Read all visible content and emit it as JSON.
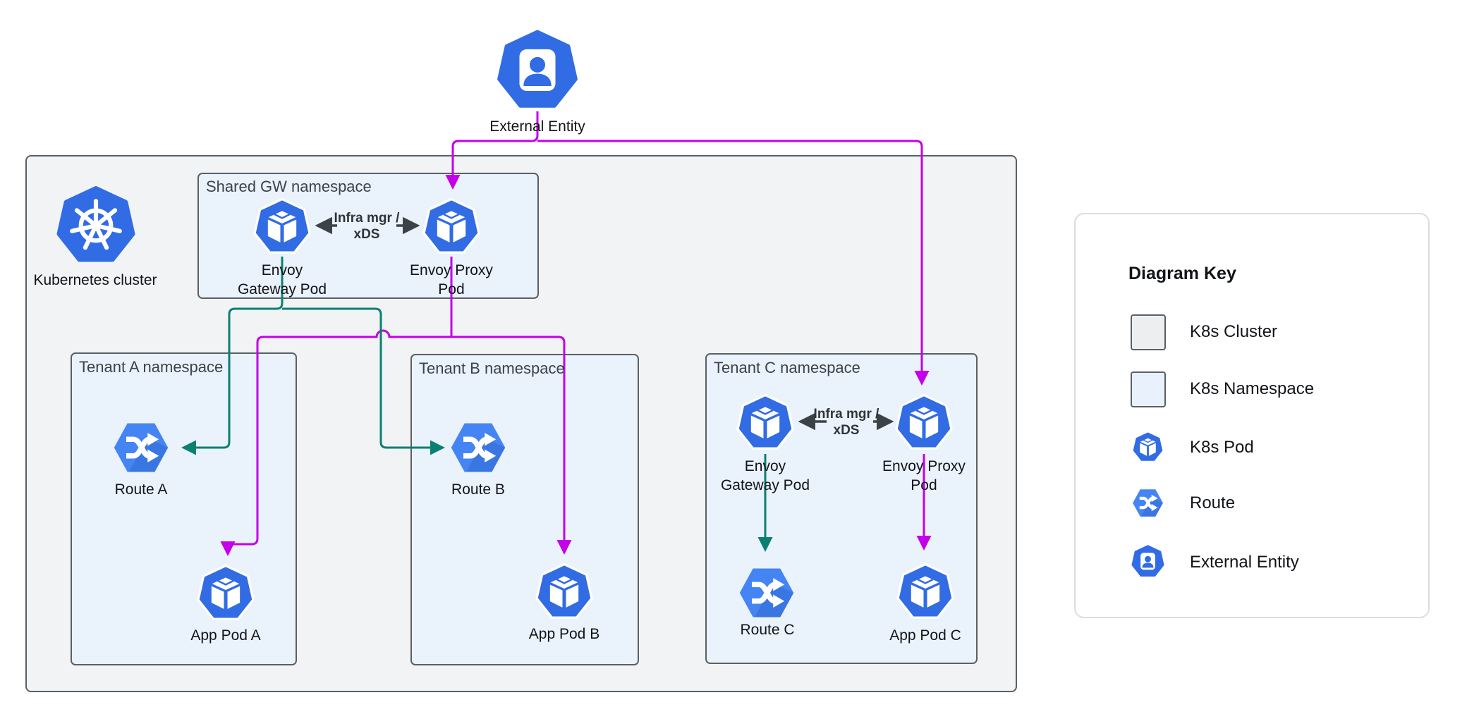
{
  "diagram": {
    "external_entity_label": "External Entity",
    "cluster_label": "Kubernetes cluster",
    "shared_namespace": {
      "title": "Shared GW namespace",
      "gateway_pod_line1": "Envoy",
      "gateway_pod_line2": "Gateway Pod",
      "proxy_pod_line1": "Envoy Proxy",
      "proxy_pod_line2": "Pod",
      "control_link_line1": "Infra mgr /",
      "control_link_line2": "xDS"
    },
    "tenant_a": {
      "title": "Tenant A namespace",
      "route_label": "Route A",
      "app_pod_label": "App Pod A"
    },
    "tenant_b": {
      "title": "Tenant B namespace",
      "route_label": "Route B",
      "app_pod_label": "App Pod B"
    },
    "tenant_c": {
      "title": "Tenant C namespace",
      "gateway_pod_line1": "Envoy",
      "gateway_pod_line2": "Gateway Pod",
      "proxy_pod_line1": "Envoy Proxy",
      "proxy_pod_line2": "Pod",
      "control_link_line1": "Infra mgr /",
      "control_link_line2": "xDS",
      "route_label": "Route C",
      "app_pod_label": "App Pod C"
    },
    "legend": {
      "title": "Diagram Key",
      "items": [
        {
          "label": "K8s Cluster"
        },
        {
          "label": "K8s Namespace"
        },
        {
          "label": "K8s Pod"
        },
        {
          "label": "Route"
        },
        {
          "label": "External Entity"
        }
      ]
    },
    "colors": {
      "request_flow": "#c300e8",
      "route_attach_flow": "#0b8071",
      "control_arrow": "#3c4347",
      "node_blue": "#316ce4",
      "route_blue": "#4585f3",
      "namespace_fill": "#eaf2fc",
      "cluster_fill": "#f1f3f5"
    }
  }
}
